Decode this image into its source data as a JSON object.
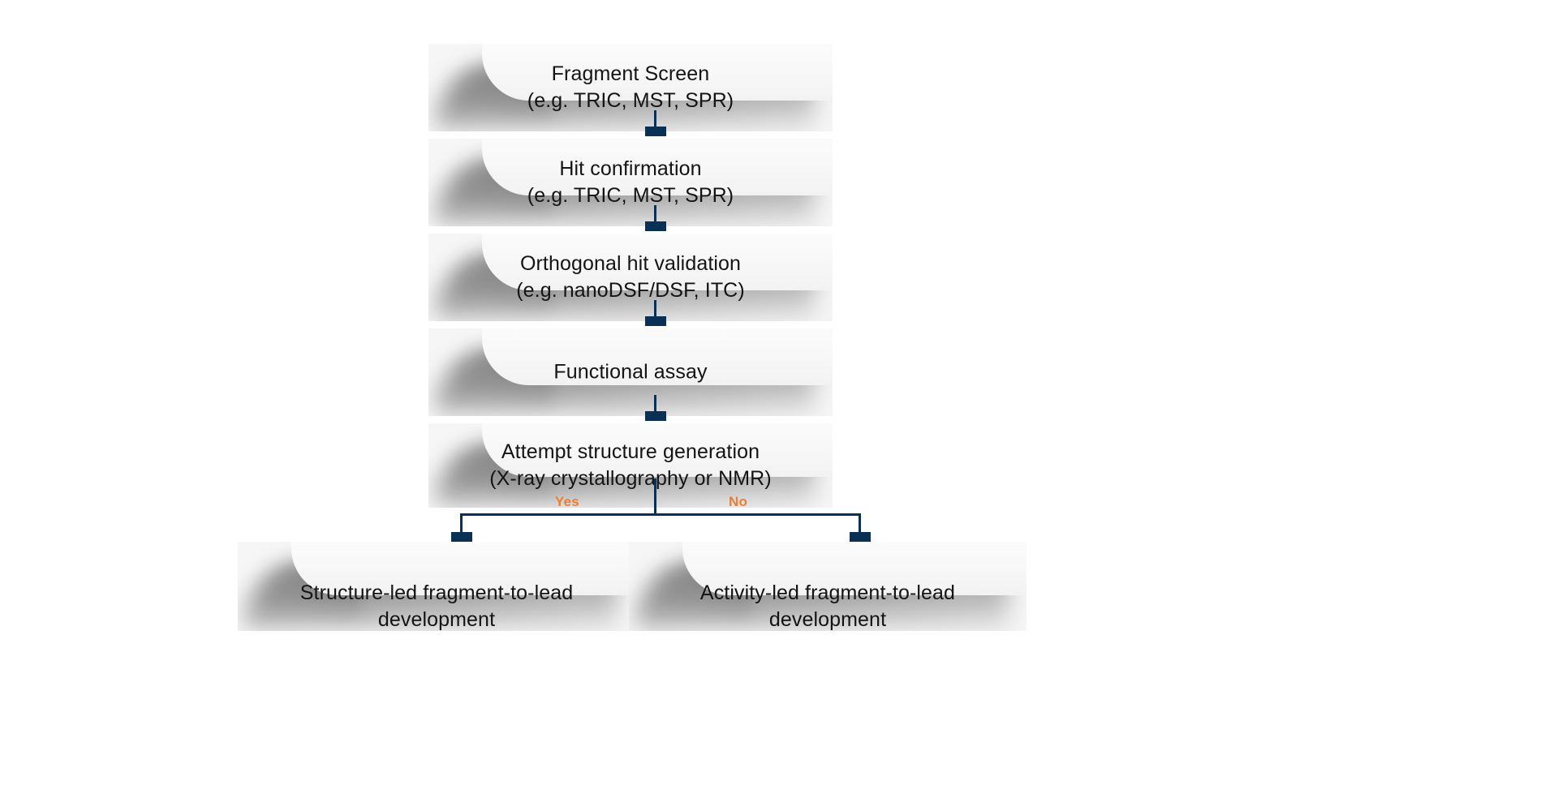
{
  "diagram": {
    "title": "Fragment screening and fragment-to-lead workflow",
    "colors": {
      "connector": "#0A3056",
      "branch_label": "#ED7D31",
      "panel_background": "#F6F6F6",
      "card_background": "#F7F7F7",
      "page_background": "#FFFFFF",
      "text": "#141414"
    },
    "nodes": [
      {
        "id": "fragment-screen",
        "line1": "Fragment Screen",
        "line2": "(e.g. TRIC, MST, SPR)"
      },
      {
        "id": "hit-confirmation",
        "line1": "Hit confirmation",
        "line2": "(e.g. TRIC, MST, SPR)"
      },
      {
        "id": "orthogonal-hit-validation",
        "line1": "Orthogonal hit validation",
        "line2": "(e.g. nanoDSF/DSF, ITC)"
      },
      {
        "id": "functional-assay",
        "line1": "Functional assay",
        "line2": ""
      },
      {
        "id": "attempt-structure-generation",
        "line1": "Attempt structure generation",
        "line2": "(X-ray crystallography or NMR)"
      },
      {
        "id": "structure-led",
        "line1": "Structure-led fragment-to-lead",
        "line2": "development"
      },
      {
        "id": "activity-led",
        "line1": "Activity-led fragment-to-lead",
        "line2": "development"
      }
    ],
    "branch": {
      "source": "attempt-structure-generation",
      "yes_label": "Yes",
      "no_label": "No",
      "yes_target": "structure-led",
      "no_target": "activity-led"
    },
    "flow_order": [
      "fragment-screen",
      "hit-confirmation",
      "orthogonal-hit-validation",
      "functional-assay",
      "attempt-structure-generation"
    ]
  }
}
